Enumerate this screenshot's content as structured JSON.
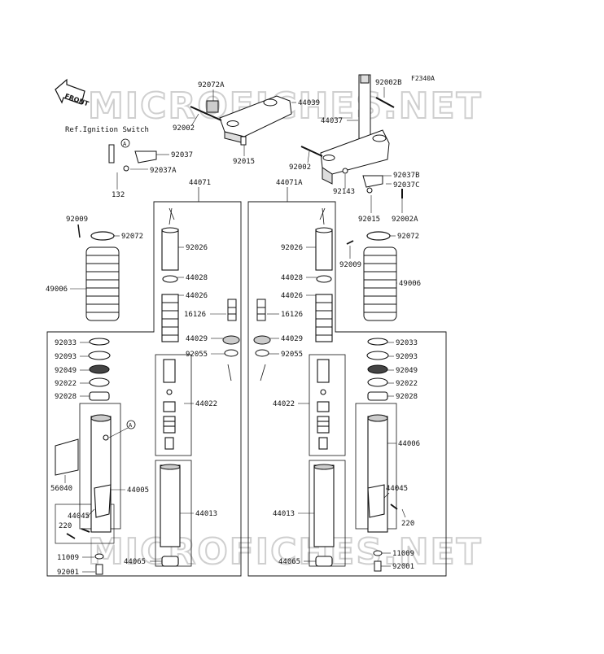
{
  "figure_code": "F2340A",
  "watermark": "MICROFICHES.NET",
  "front_label": "FRONT",
  "ref_note": "Ref.Ignition Switch",
  "box_labels": {
    "left": "44071",
    "right": "44071A"
  },
  "callout_a": "A",
  "parts": {
    "p92072A": "92072A",
    "p92002_top": "92002",
    "p44039": "44039",
    "p92015_top": "92015",
    "p92037": "92037",
    "p92037A": "92037A",
    "p132": "132",
    "p92002B": "92002B",
    "p44037": "44037",
    "p92002_r": "92002",
    "p92037B": "92037B",
    "p92037C": "92037C",
    "p92143": "92143",
    "p92015_r": "92015",
    "p92002A": "92002A",
    "l92009": "92009",
    "l92072": "92072",
    "l49006": "49006",
    "l92033": "92033",
    "l92093": "92093",
    "l92049": "92049",
    "l92022": "92022",
    "l92028": "92028",
    "l56040": "56040",
    "l44005": "44005",
    "l44045": "44045",
    "l220": "220",
    "l11009": "11009",
    "l92001": "92001",
    "c92026": "92026",
    "c44028": "44028",
    "c44026": "44026",
    "c16126": "16126",
    "c44029": "44029",
    "c92055": "92055",
    "c44022": "44022",
    "c44013": "44013",
    "c44065": "44065",
    "d92026": "92026",
    "d44028": "44028",
    "d44026": "44026",
    "d16126": "16126",
    "d44029": "44029",
    "d92055": "92055",
    "d44022": "44022",
    "d44013": "44013",
    "d44065": "44065",
    "r92072": "92072",
    "r92009": "92009",
    "r49006": "49006",
    "r92033": "92033",
    "r92093": "92093",
    "r92049": "92049",
    "r92022": "92022",
    "r92028": "92028",
    "r44006": "44006",
    "r44045": "44045",
    "r220": "220",
    "r11009": "11009",
    "r92001": "92001"
  }
}
